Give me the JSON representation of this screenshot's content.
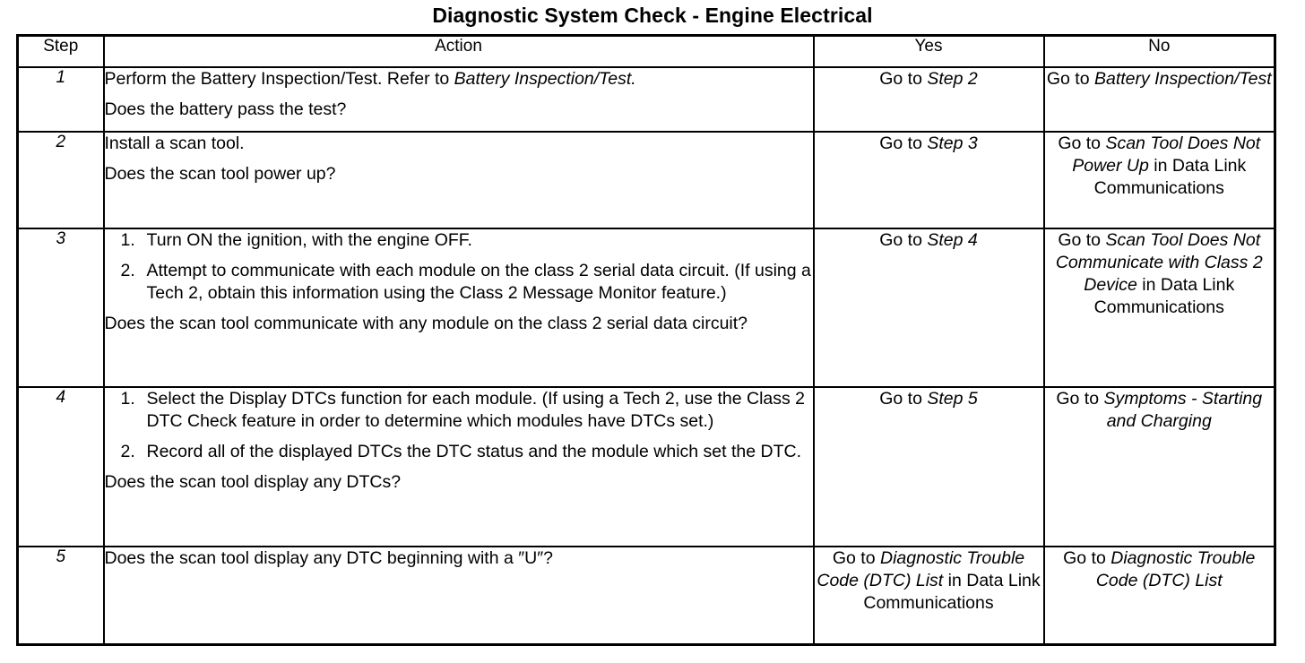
{
  "document": {
    "title": "Diagnostic System Check - Engine Electrical"
  },
  "table": {
    "headers": {
      "step": "Step",
      "action": "Action",
      "yes": "Yes",
      "no": "No"
    },
    "rows": [
      {
        "step": "1",
        "action_lines": [
          "Perform the Battery Inspection/Test. Refer to ",
          "Does the battery pass the test?"
        ],
        "action_italic_1": "Battery Inspection/Test.",
        "yes_plain": "Go to ",
        "yes_italic": "Step 2",
        "no_plain": "Go to ",
        "no_italic": "Battery Inspection/Test"
      },
      {
        "step": "2",
        "action_lines": [
          "Install a scan tool.",
          "Does the scan tool power up?"
        ],
        "yes_plain": "Go to ",
        "yes_italic": "Step 3",
        "no_plain_1": "Go to ",
        "no_italic_1": "Scan Tool Does Not Power Up",
        "no_plain_2": " in Data Link Communications"
      },
      {
        "step": "3",
        "list": [
          {
            "num": "1.",
            "text": "Turn ON the ignition, with the engine OFF."
          },
          {
            "num": "2.",
            "text": "Attempt to communicate with each module on the class 2 serial data circuit. (If using a Tech 2, obtain this information using the Class 2 Message Monitor feature.)"
          }
        ],
        "question": "Does the scan tool communicate with any module on the class 2 serial data circuit?",
        "yes_plain": "Go to ",
        "yes_italic": "Step 4",
        "no_plain_1": "Go to ",
        "no_italic_1": "Scan Tool Does Not Communicate with Class 2 Device",
        "no_plain_2": " in Data Link Communications"
      },
      {
        "step": "4",
        "list": [
          {
            "num": "1.",
            "text": "Select the Display DTCs function for each module. (If using a Tech 2, use the Class 2 DTC Check feature in order to determine which modules have DTCs set.)"
          },
          {
            "num": "2.",
            "text": "Record all of the displayed DTCs the DTC status and the module which set the DTC."
          }
        ],
        "question": "Does the scan tool display any DTCs?",
        "yes_plain": "Go to ",
        "yes_italic": "Step 5",
        "no_plain": "Go to ",
        "no_italic": "Symptoms - Starting and Charging"
      },
      {
        "step": "5",
        "action_lines": [
          "Does the scan tool display any DTC beginning with a ″U″?"
        ],
        "yes_plain_1": "Go to ",
        "yes_italic_1": "Diagnostic Trouble Code (DTC) List",
        "yes_plain_2": " in Data Link Communications",
        "no_plain": "Go to ",
        "no_italic": "Diagnostic Trouble Code (DTC) List"
      }
    ]
  }
}
